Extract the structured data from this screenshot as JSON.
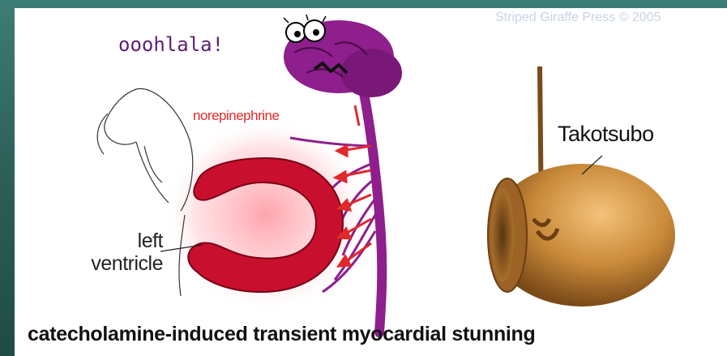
{
  "watermark": "Striped Giraffe Press © 2005",
  "exclamation": "ooohlala!",
  "neurotransmitter_label": "norepinephrine",
  "pot_label": "Takotsubo",
  "ventricle_label_line1": "left",
  "ventricle_label_line2": "ventricle",
  "caption": "catecholamine-induced transient myocardial stunning",
  "colors": {
    "background": "#2f6a63",
    "brain": "#8e1f8c",
    "heart_muscle": "#c8102e",
    "arrows": "#e0292a",
    "pot": "#b87a2c"
  }
}
